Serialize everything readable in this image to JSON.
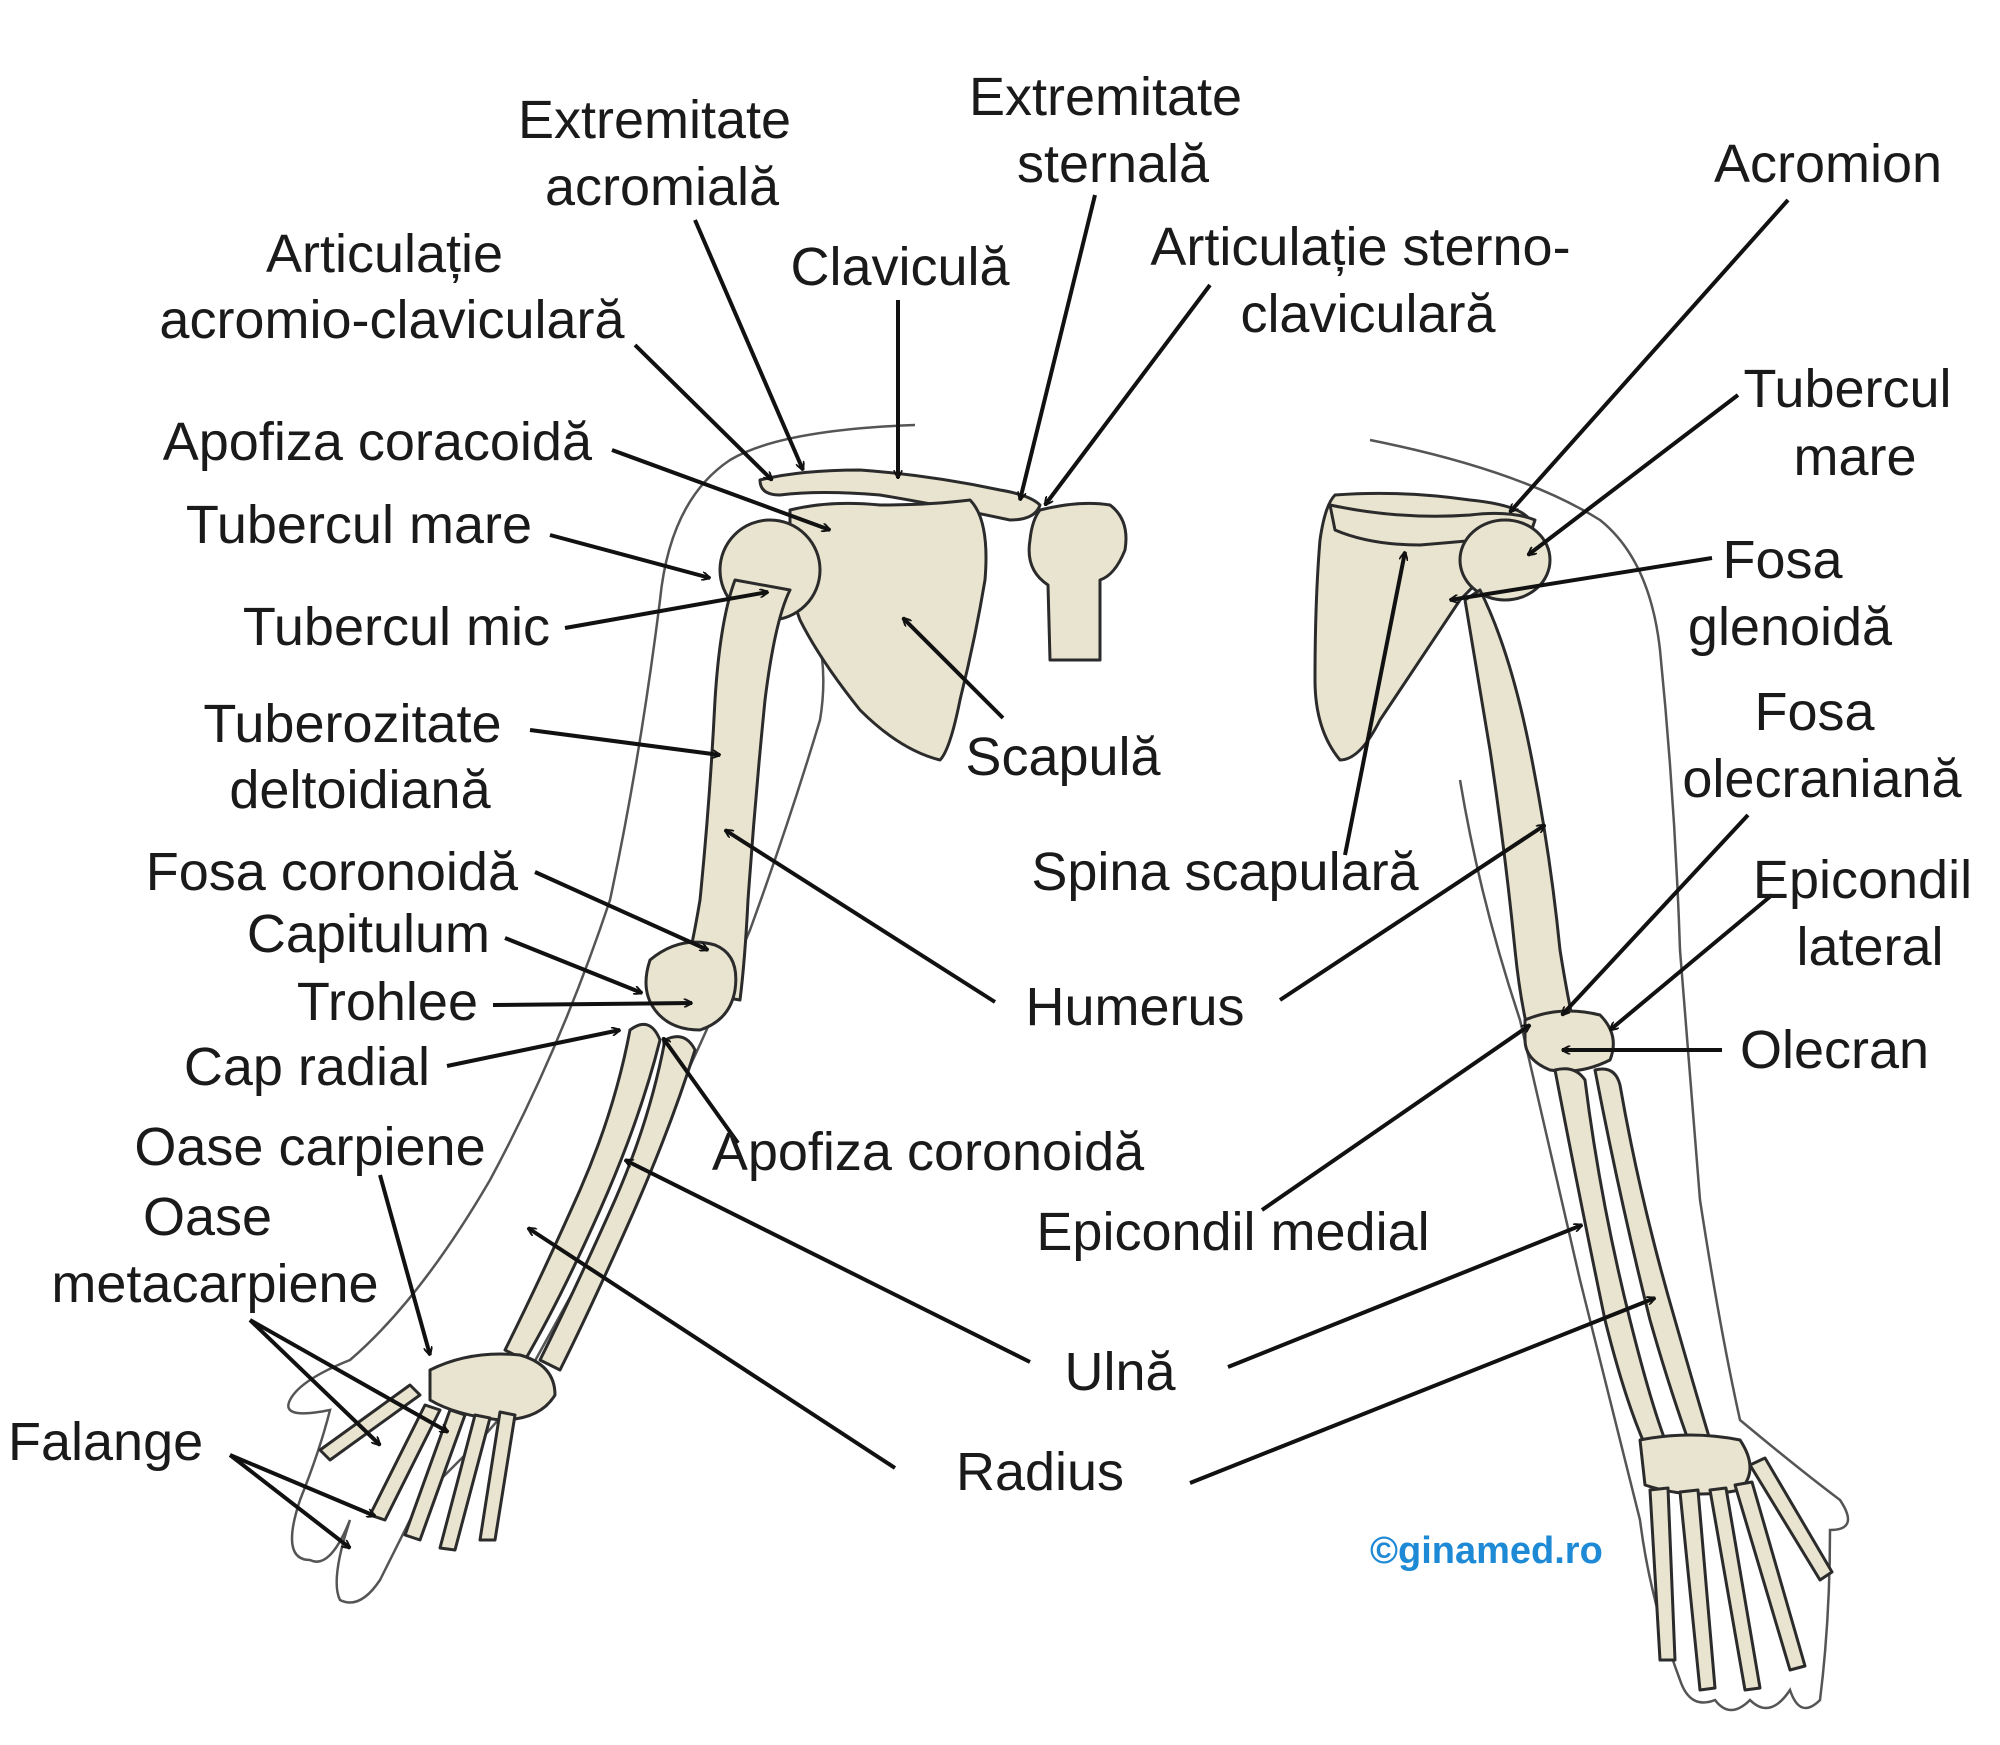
{
  "colors": {
    "bone": "#e9e4cf",
    "outline": "#2b2b2b",
    "watermark": "#1e8ad6"
  },
  "labels": {
    "extremitate_acromiala": [
      "Extremitate",
      "acromială"
    ],
    "extremitate_sternala": [
      "Extremitate",
      "sternală"
    ],
    "acromion_right": [
      "Acromion"
    ],
    "articulatie_acromio": [
      "Articulație",
      "acromio-claviculară"
    ],
    "clavicula": [
      "Claviculă"
    ],
    "articulatie_sterno": [
      "Articulație sterno-",
      "claviculară"
    ],
    "tubercul_mare_right": [
      "Tubercul",
      "mare"
    ],
    "apofiza_coracoida": [
      "Apofiza coracoidă"
    ],
    "tubercul_mare_left": [
      "Tubercul mare"
    ],
    "fosa_glenoida": [
      "Fosa",
      "glenoidă"
    ],
    "tubercul_mic": [
      "Tubercul mic"
    ],
    "tuberozitate": [
      "Tuberozitate",
      "deltoidiană"
    ],
    "scapula": [
      "Scapulă"
    ],
    "fosa_olecraniana": [
      "Fosa",
      "olecraniană"
    ],
    "fosa_coronoida": [
      "Fosa coronoidă"
    ],
    "spina_scapulara": [
      "Spina scapulară"
    ],
    "epicondil_lateral": [
      "Epicondil",
      "lateral"
    ],
    "capitulum": [
      "Capitulum"
    ],
    "trohlee": [
      "Trohlee"
    ],
    "humerus": [
      "Humerus"
    ],
    "olecran": [
      "Olecran"
    ],
    "cap_radial": [
      "Cap radial"
    ],
    "oase_carpiene": [
      "Oase carpiene"
    ],
    "apofiza_coronoida": [
      "Apofiza coronoidă"
    ],
    "oase_metacarpiene": [
      "Oase",
      "metacarpiene"
    ],
    "epicondil_medial": [
      "Epicondil medial"
    ],
    "ulna": [
      "Ulnă"
    ],
    "falange": [
      "Falange"
    ],
    "radius": [
      "Radius"
    ]
  },
  "watermark": "©ginamed.ro"
}
